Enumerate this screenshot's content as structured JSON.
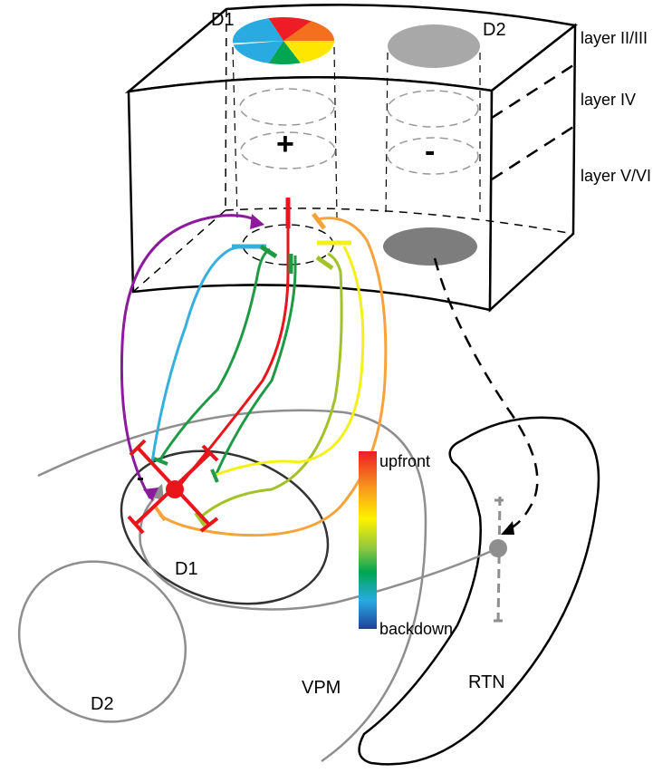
{
  "cortex": {
    "barrel_d1": "D1",
    "barrel_d2": "D2",
    "layer_2_3": "layer II/III",
    "layer_4": "layer IV",
    "layer_5_6": "layer V/VI",
    "sign_excitatory": "+",
    "sign_inhibitory": "-"
  },
  "thalamus": {
    "barreloid_d1": "D1",
    "barreloid_d2": "D2",
    "vpm": "VPM",
    "rtn": "RTN",
    "inhibitory_sign": "-"
  },
  "colorbar": {
    "top_label": "upfront",
    "bottom_label": "backdown",
    "colors": [
      "#ee1c24",
      "#f26522",
      "#f7941d",
      "#fff200",
      "#8dc63f",
      "#00a651",
      "#1b9e9e",
      "#29abe2",
      "#21409a"
    ]
  },
  "pathway_colors": {
    "purple": "#8b1a9c",
    "blue": "#35b0dc",
    "green": "#1e9a45",
    "red": "#e8151b",
    "yellow_green": "#a3c128",
    "yellow": "#f3f01a",
    "orange": "#f7a33a"
  }
}
